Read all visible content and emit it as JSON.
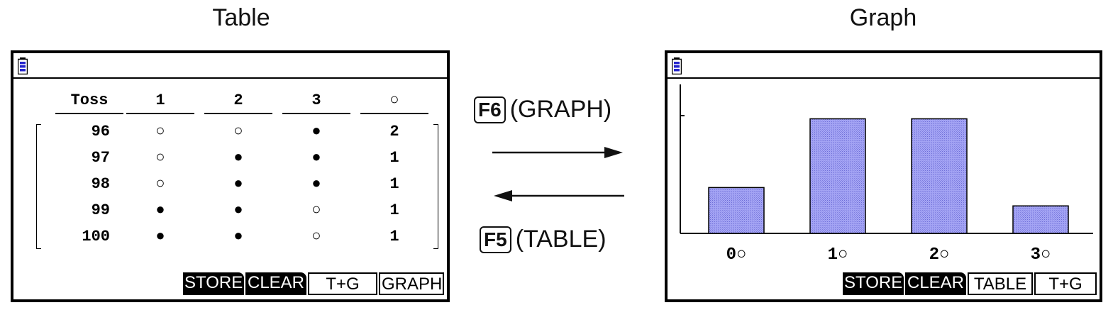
{
  "titles": {
    "left": "Table",
    "right": "Graph"
  },
  "transitions": {
    "forward": {
      "key": "F6",
      "label": "(GRAPH)"
    },
    "backward": {
      "key": "F5",
      "label": "(TABLE)"
    }
  },
  "table": {
    "headers": [
      "Toss",
      "1",
      "2",
      "3",
      "○"
    ],
    "rows": [
      [
        "96",
        "○",
        "○",
        "●",
        "2"
      ],
      [
        "97",
        "○",
        "●",
        "●",
        "1"
      ],
      [
        "98",
        "○",
        "●",
        "●",
        "1"
      ],
      [
        "99",
        "●",
        "●",
        "○",
        "1"
      ],
      [
        "100",
        "●",
        "●",
        "○",
        "1"
      ]
    ],
    "menu": [
      "STORE",
      "CLEAR",
      "T+G",
      "GRAPH"
    ]
  },
  "graph": {
    "menu": [
      "STORE",
      "CLEAR",
      "TABLE",
      "T+G"
    ],
    "bar_color": "#9999ee"
  },
  "chart_data": {
    "type": "bar",
    "categories": [
      "0○",
      "1○",
      "2○",
      "3○"
    ],
    "values": [
      2,
      5,
      5,
      1.2
    ],
    "ylim": [
      0,
      6.5
    ],
    "grid": false
  },
  "icons": {
    "battery": "battery-icon"
  }
}
